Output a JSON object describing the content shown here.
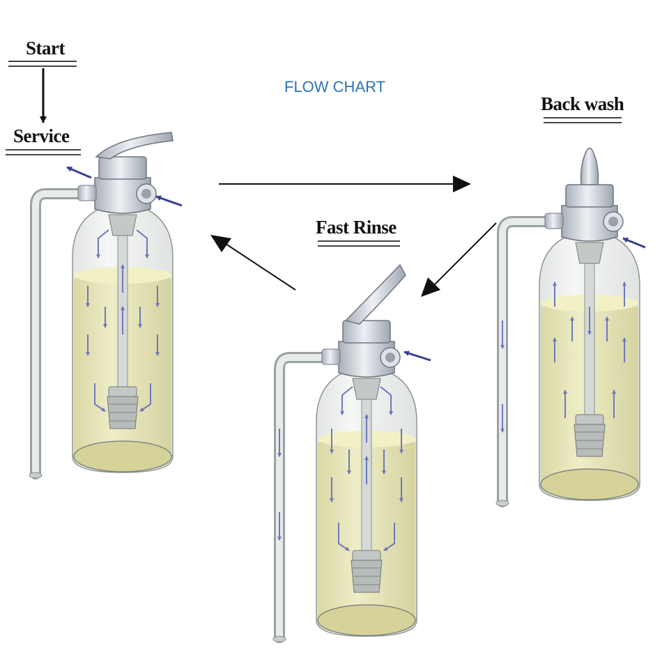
{
  "title": "FLOW CHART",
  "steps": {
    "start": "Start",
    "service": "Service",
    "backwash": "Back wash",
    "fastrinse": "Fast Rinse"
  },
  "colors": {
    "title": "#2e74b5",
    "flow_arrow": "#3a3f8f",
    "media": "#e6e4a8",
    "tank_glass": "#dfe4e0",
    "valve": "#c9ced6"
  }
}
